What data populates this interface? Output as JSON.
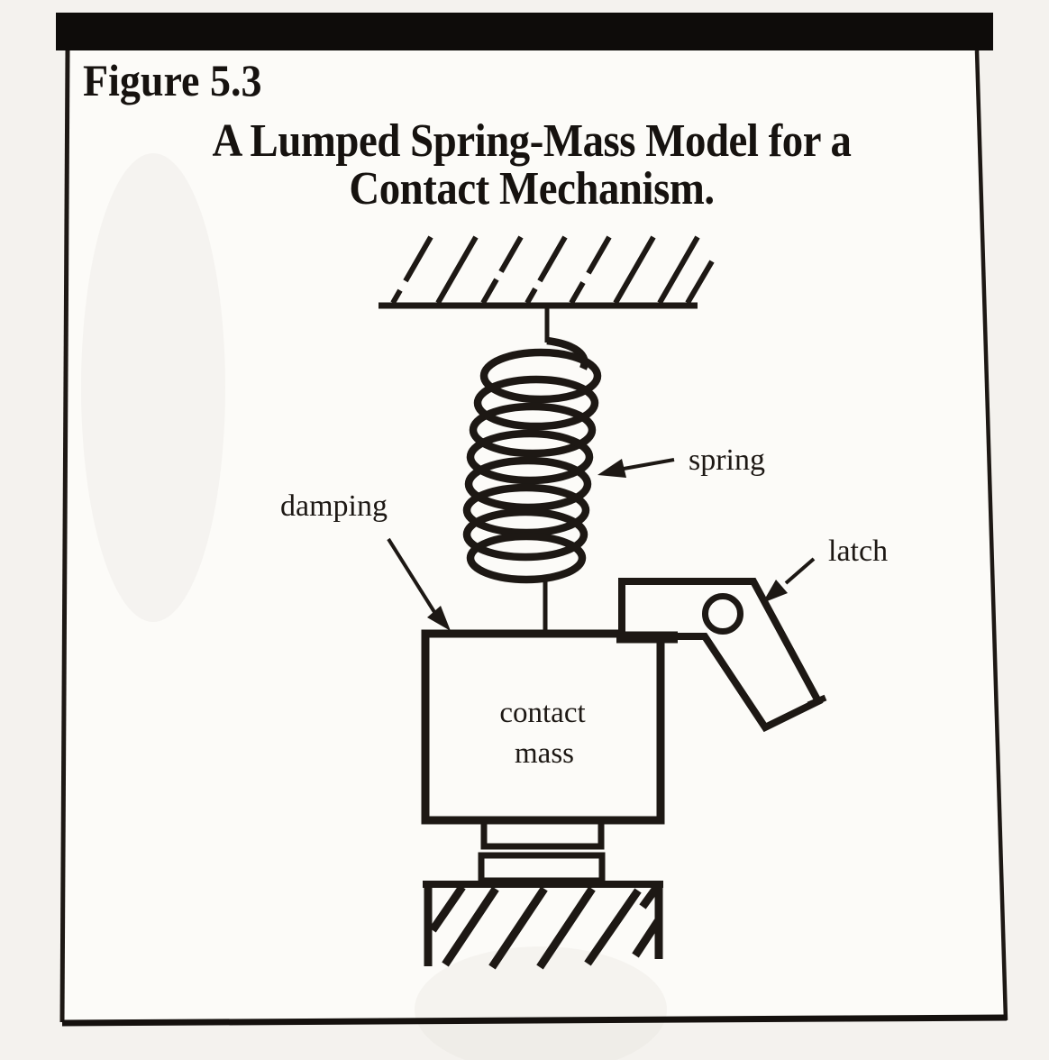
{
  "figure": {
    "label": "Figure 5.3",
    "title_line1": "A Lumped Spring-Mass Model for a",
    "title_line2": "Contact Mechanism."
  },
  "diagram": {
    "labels": {
      "spring": "spring",
      "damping": "damping",
      "latch": "latch",
      "mass_line1": "contact",
      "mass_line2": "mass"
    },
    "colors": {
      "ink": "#1d1814",
      "paper": "#fbfaf7",
      "page_background": "#f4f2ee",
      "header_bar": "#0e0c0a"
    }
  }
}
